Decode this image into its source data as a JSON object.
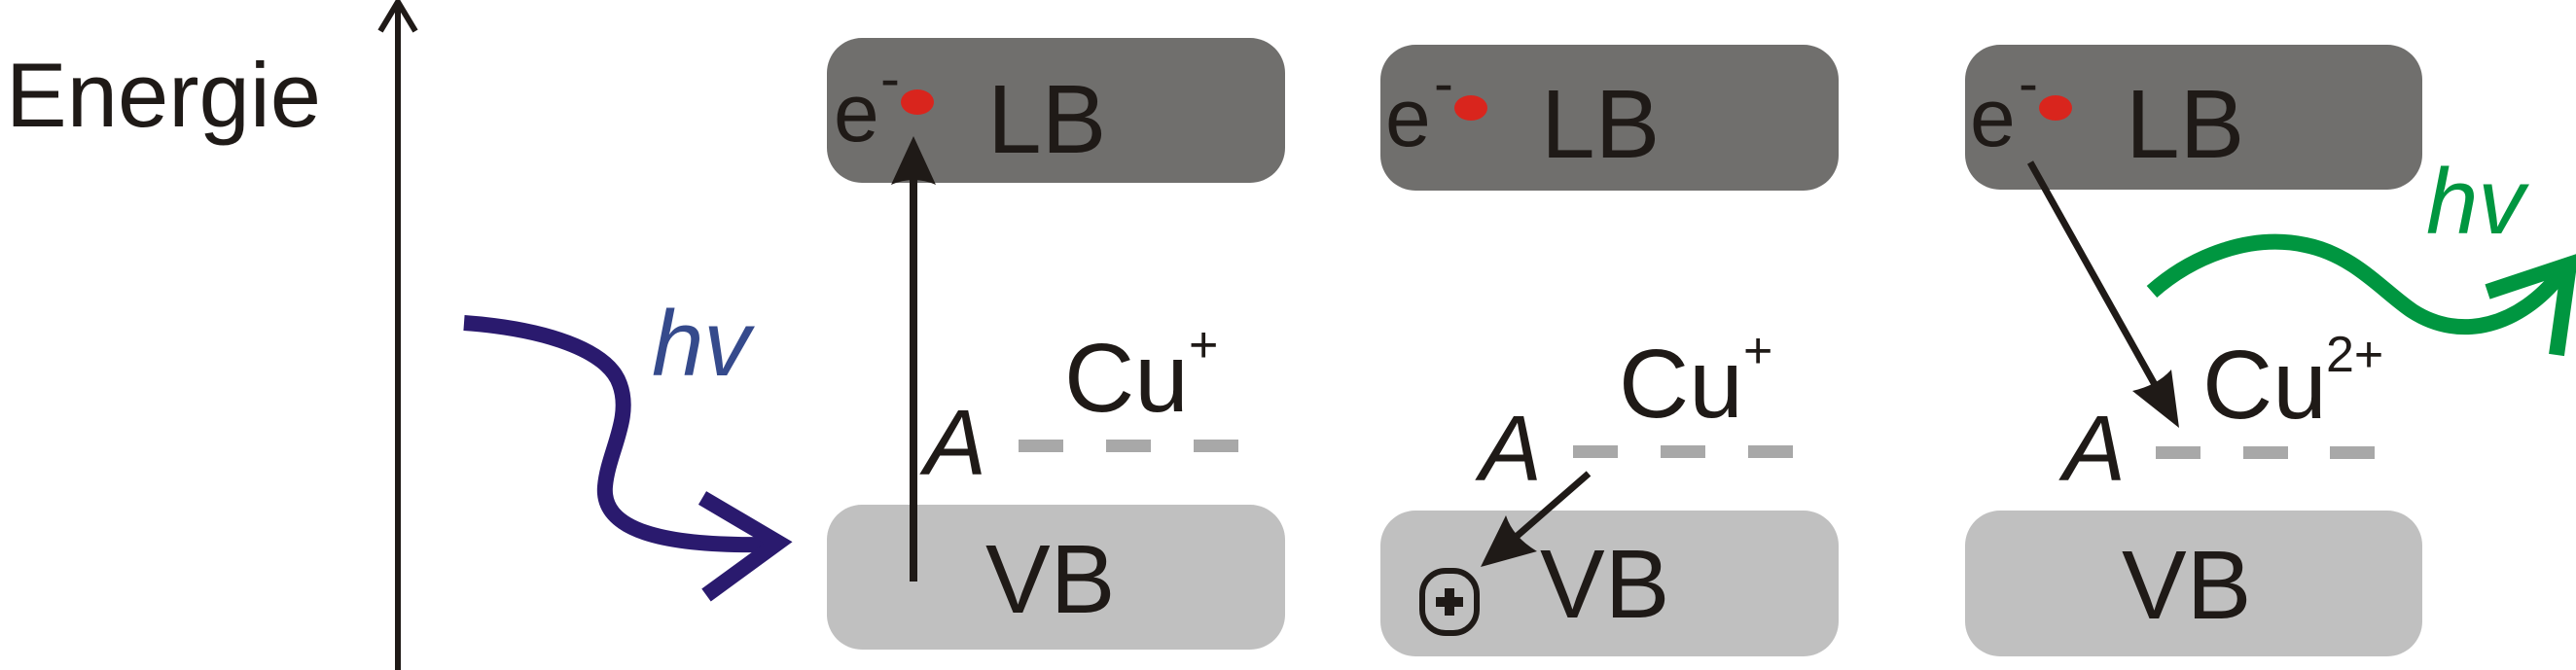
{
  "axis": {
    "label": "Energie"
  },
  "colors": {
    "conduction_band": "#706f6d",
    "valence_band": "#c0c0c0",
    "electron": "#d9251d",
    "absorption_photon": "#2a1a6e",
    "absorption_label": "#354a8c",
    "emission_photon": "#009640",
    "trap_level": "#a8a8a8",
    "ink": "#1f1a17"
  },
  "photon_in": {
    "label": "hv"
  },
  "photon_out": {
    "label": "hv"
  },
  "panels": [
    {
      "conduction_band": "LB",
      "valence_band": "VB",
      "electron_label": "e",
      "electron_charge": "-",
      "acceptor_label": "A",
      "ion_label": "Cu",
      "ion_charge": "+",
      "process": "excitation VB to LB"
    },
    {
      "conduction_band": "LB",
      "valence_band": "VB",
      "electron_label": "e",
      "electron_charge": "-",
      "acceptor_label": "A",
      "ion_label": "Cu",
      "ion_charge": "+",
      "hole_symbol": "+",
      "process": "hole capture by Cu+"
    },
    {
      "conduction_band": "LB",
      "valence_band": "VB",
      "electron_label": "e",
      "electron_charge": "-",
      "acceptor_label": "A",
      "ion_label": "Cu",
      "ion_charge": "2+",
      "process": "recombination at Cu2+ with emission"
    }
  ]
}
